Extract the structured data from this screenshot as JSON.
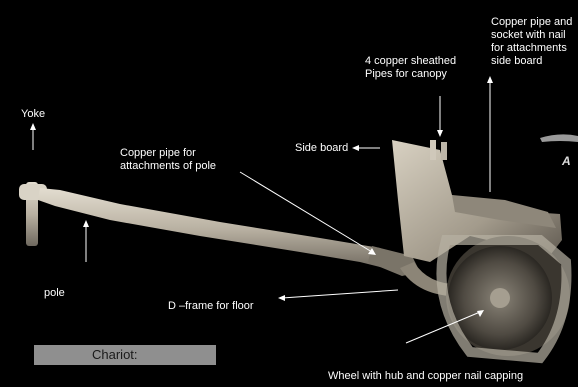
{
  "labels": {
    "yoke": "Yoke",
    "pole": "pole",
    "copper_pipe_pole_1": "Copper pipe for",
    "copper_pipe_pole_2": "attachments of pole",
    "side_board": "Side board",
    "canopy_1": "4 copper sheathed",
    "canopy_2": "Pipes for canopy",
    "socket_1": "Copper pipe and",
    "socket_2": "socket  with nail",
    "socket_3": "for attachments",
    "socket_4": "side board",
    "d_frame": "D –frame for floor",
    "wheel": "Wheel with hub and copper nail capping",
    "letter_a": "A"
  },
  "caption": "Chariot:",
  "colors": {
    "background": "#000000",
    "text": "#ffffff",
    "caption_box": "#8f8f8f",
    "wood": "#bdb5a6"
  }
}
